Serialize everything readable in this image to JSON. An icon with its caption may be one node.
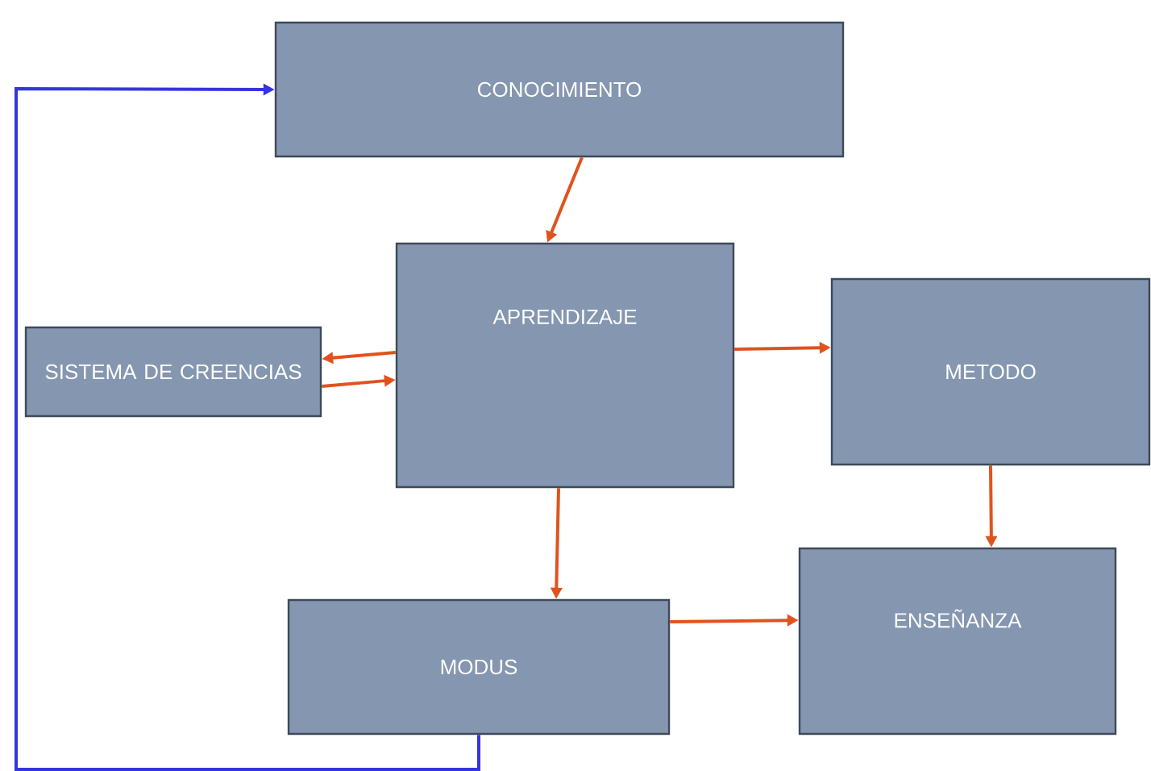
{
  "diagram": {
    "nodes": [
      {
        "text": [
          "CONOCIMIENTO"
        ]
      },
      {
        "text": [
          "SISTEMA DE CREENCIAS"
        ]
      },
      {
        "text": [
          "APRENDIZAJE"
        ]
      },
      {
        "text": [
          "METODO"
        ]
      },
      {
        "text": [
          "MODUS"
        ]
      },
      {
        "text": [
          "ENSEÑANZA"
        ]
      }
    ],
    "edges": [
      {
        "from": 0,
        "to": 2,
        "arrow": "to"
      },
      {
        "from": 2,
        "to": 1,
        "arrow": "to"
      },
      {
        "from": 1,
        "to": 2,
        "arrow": "to"
      },
      {
        "from": 2,
        "to": 3,
        "arrow": "to"
      },
      {
        "from": 3,
        "to": 5,
        "arrow": "to"
      },
      {
        "from": 2,
        "to": 4,
        "arrow": "to"
      },
      {
        "from": 4,
        "to": 5,
        "arrow": "to"
      },
      {
        "from": 4,
        "to": 0,
        "arrow": "to",
        "color": "#3535e0"
      }
    ]
  }
}
